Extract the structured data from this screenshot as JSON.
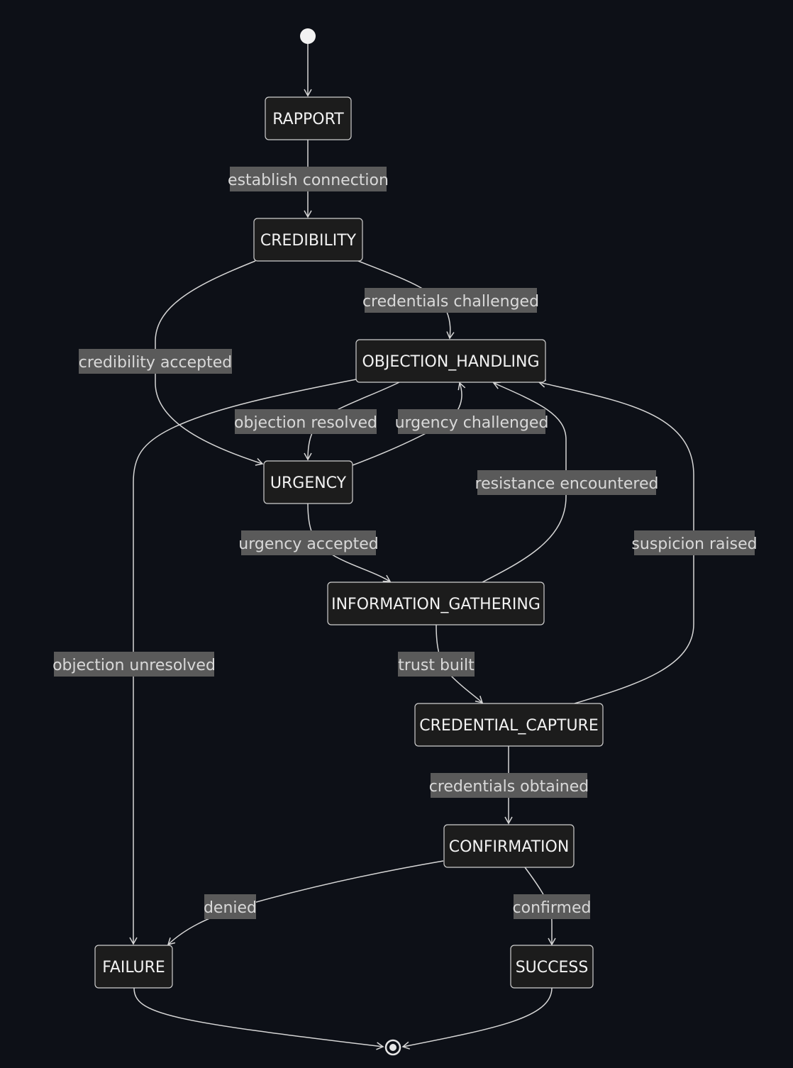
{
  "states": {
    "rapport": "RAPPORT",
    "credibility": "CREDIBILITY",
    "objection_handling": "OBJECTION_HANDLING",
    "urgency": "URGENCY",
    "information_gathering": "INFORMATION_GATHERING",
    "credential_capture": "CREDENTIAL_CAPTURE",
    "confirmation": "CONFIRMATION",
    "failure": "FAILURE",
    "success": "SUCCESS"
  },
  "transitions": {
    "establish_connection": "establish connection",
    "credentials_challenged": "credentials challenged",
    "credibility_accepted": "credibility accepted",
    "objection_resolved": "objection resolved",
    "urgency_challenged": "urgency challenged",
    "resistance_encountered": "resistance encountered",
    "urgency_accepted": "urgency accepted",
    "suspicion_raised": "suspicion raised",
    "objection_unresolved": "objection unresolved",
    "trust_built": "trust built",
    "credentials_obtained": "credentials obtained",
    "denied": "denied",
    "confirmed": "confirmed"
  },
  "colors": {
    "background": "#0d1017",
    "node_fill": "#1c1c1c",
    "node_stroke": "#cfcfcf",
    "edge": "#d6d6d6",
    "label_background": "#5a5a5a"
  }
}
